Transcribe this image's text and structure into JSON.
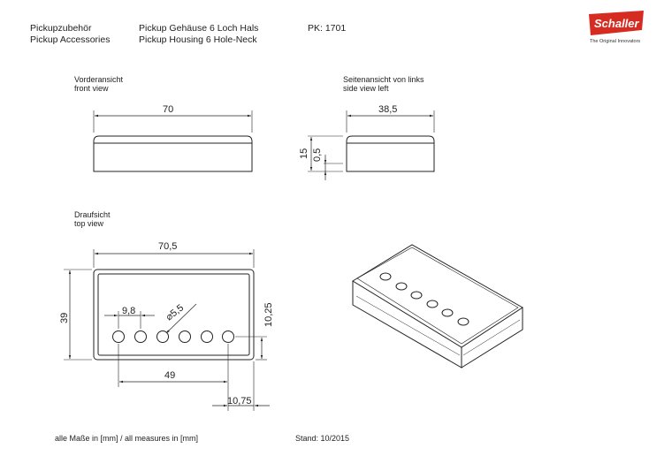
{
  "header": {
    "category_de": "Pickupzubehör",
    "category_en": "Pickup Accessories",
    "product_de": "Pickup Gehäuse 6 Loch Hals",
    "product_en": "Pickup Housing 6 Hole-Neck",
    "pk": "PK: 1701"
  },
  "brand": {
    "logo_text": "Schaller",
    "tagline": "The Original Innovators",
    "logo_color": "#d62b20"
  },
  "views": {
    "front": {
      "label_de": "Vorderansicht",
      "label_en": "front view"
    },
    "side": {
      "label_de": "Seitenansicht von links",
      "label_en": "side view left"
    },
    "top": {
      "label_de": "Draufsicht",
      "label_en": "top view"
    }
  },
  "dimensions": {
    "front_width": "70",
    "side_width": "38,5",
    "height": "15",
    "wall": "0,5",
    "top_width": "70,5",
    "top_height": "39",
    "hole_spacing": "9,8",
    "hole_diameter": "⌀5,5",
    "hole_offset": "10,25",
    "hole_span": "49",
    "edge_offset": "10,75"
  },
  "footer": {
    "measures": "alle Maße in [mm] / all measures in [mm]",
    "stand": "Stand: 10/2015"
  }
}
